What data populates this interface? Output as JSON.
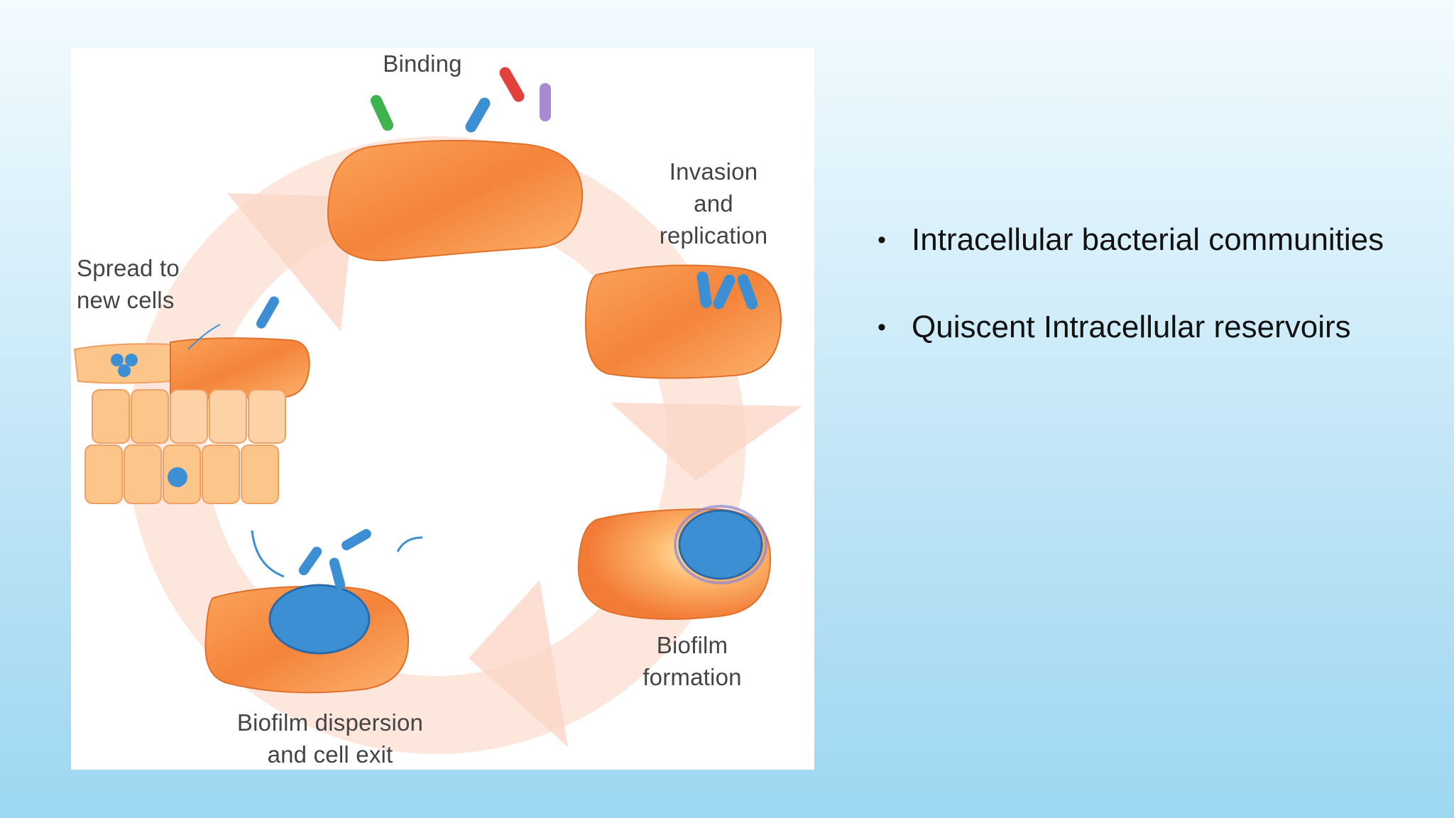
{
  "diagram": {
    "labels": {
      "binding": "Binding",
      "invasion_line1": "Invasion",
      "invasion_line2": "and",
      "invasion_line3": "replication",
      "spread_line1": "Spread to",
      "spread_line2": "new cells",
      "biofilm_line1": "Biofilm",
      "biofilm_line2": "formation",
      "dispersion_line1": "Biofilm dispersion",
      "dispersion_line2": "and cell exit"
    },
    "colors": {
      "cell_orange": "#f38a3c",
      "cell_light": "#fdb777",
      "bacteria_blue": "#3d8fd4",
      "cycle_arrow": "#fbe0d3"
    }
  },
  "bullets": [
    {
      "text": "Intracellular bacterial communities"
    },
    {
      "text": "Quiscent Intracellular reservoirs"
    }
  ],
  "bullet_glyph": "•"
}
